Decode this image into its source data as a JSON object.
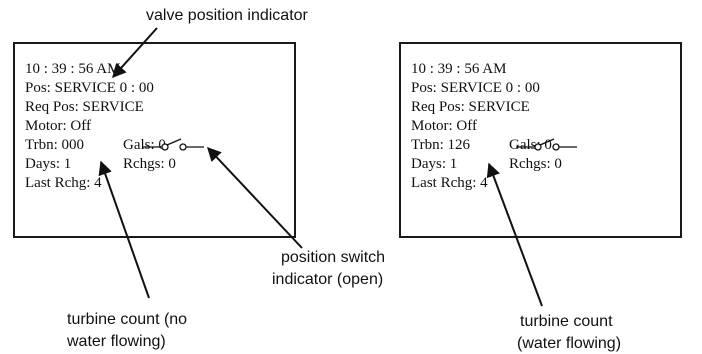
{
  "annotations": {
    "valve_position_indicator": "valve position indicator",
    "position_switch_line1": "position switch",
    "position_switch_line2": "indicator (open)",
    "turbine_no_flow_line1": "turbine count (no",
    "turbine_no_flow_line2": "water flowing)",
    "turbine_flow_line1": "turbine count",
    "turbine_flow_line2": "(water flowing)"
  },
  "panels": [
    {
      "time": "10 : 39 : 56 AM",
      "pos": "Pos: SERVICE 0 : 00",
      "req_pos": "Req Pos: SERVICE",
      "motor": "Motor: Off",
      "trbn": "Trbn: 000",
      "gals": "Gals: 0",
      "days": "Days: 1",
      "rchgs": "Rchgs: 0",
      "last_rchg": "Last Rchg: 4"
    },
    {
      "time": "10 : 39 : 56 AM",
      "pos": "Pos: SERVICE 0 : 00",
      "req_pos": "Req Pos: SERVICE",
      "motor": "Motor: Off",
      "trbn": "Trbn: 126",
      "gals": "Gals: 0",
      "days": "Days: 1",
      "rchgs": "Rchgs: 0",
      "last_rchg": "Last Rchg: 4"
    }
  ],
  "colors": {
    "ink": "#111111",
    "background": "#ffffff"
  },
  "icons": {
    "switch": "open-switch-icon",
    "arrows": "arrow-icon"
  }
}
